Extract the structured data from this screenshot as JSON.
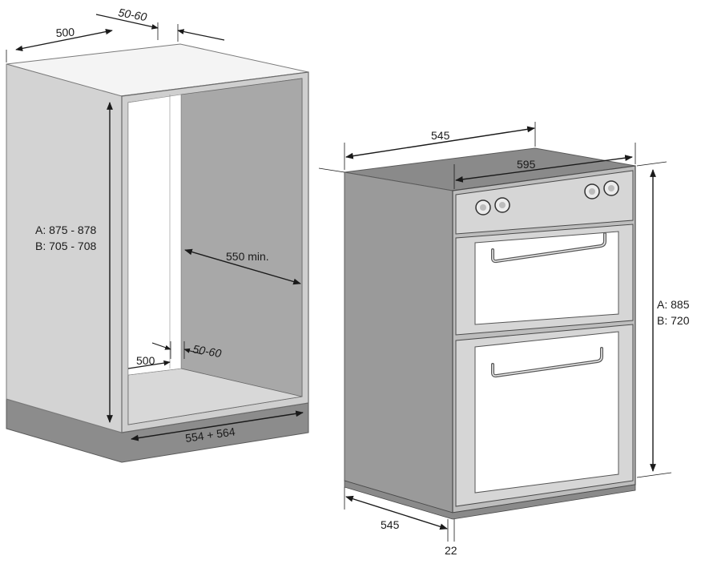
{
  "cabinet": {
    "top_depth": "500",
    "top_gap": "50-60",
    "height_a": "A: 875 - 878",
    "height_b": "B: 705 - 708",
    "inner_depth": "550 min.",
    "bottom_depth": "500",
    "bottom_gap": "50-60",
    "width": "554 + 564"
  },
  "oven": {
    "top_depth": "545",
    "front_width": "595",
    "height_a": "A: 885",
    "height_b": "B: 720",
    "bottom_depth": "545",
    "front_thickness": "22"
  },
  "colors": {
    "cabinet_side": "#d3d3d3",
    "cabinet_interior": "#a8a8a8",
    "cabinet_plinth": "#8c8c8c",
    "oven_body": "#9a9a9a",
    "oven_front": "#d6d6d6",
    "line": "#1a1a1a"
  }
}
